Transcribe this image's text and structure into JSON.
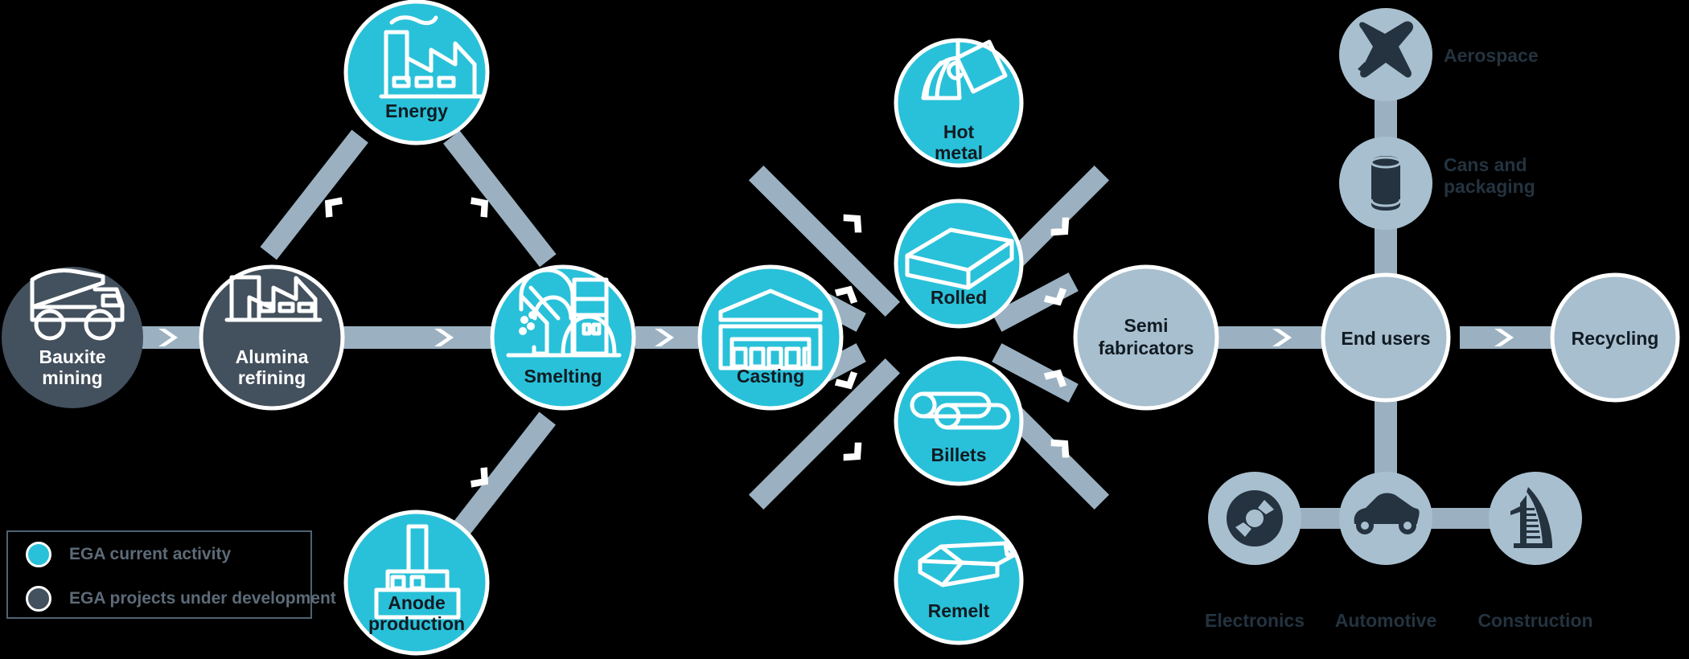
{
  "colors": {
    "background": "#000000",
    "cyan": "#29c1d9",
    "dark_slate": "#43505d",
    "light_blue": "#a8bfcf",
    "connector": "#9bb1c1",
    "node_border": "#ffffff",
    "dark_text": "#111b22",
    "legend_text": "#5d6b78",
    "legend_border": "#4e6373"
  },
  "legend": {
    "items": [
      {
        "label": "EGA current activity",
        "color": "#29c1d9"
      },
      {
        "label": "EGA projects under development",
        "color": "#43505d"
      }
    ]
  },
  "nodes": {
    "bauxite_mining": {
      "label_line1": "Bauxite",
      "label_line2": "mining",
      "icon": "dump-truck-icon",
      "style": "dark"
    },
    "alumina_refining": {
      "label_line1": "Alumina",
      "label_line2": "refining",
      "icon": "factory-icon",
      "style": "dark"
    },
    "energy": {
      "label_line1": "Energy",
      "label_line2": "",
      "icon": "power-plant-icon",
      "style": "cyan"
    },
    "anode_production": {
      "label_line1": "Anode",
      "label_line2": "production",
      "icon": "anode-icon",
      "style": "cyan"
    },
    "smelting": {
      "label_line1": "Smelting",
      "label_line2": "",
      "icon": "smelter-icon",
      "style": "cyan"
    },
    "casting": {
      "label_line1": "Casting",
      "label_line2": "",
      "icon": "cast-house-icon",
      "style": "cyan"
    },
    "hot_metal": {
      "label_line1": "Hot",
      "label_line2": "metal",
      "icon": "ladle-icon",
      "style": "cyan"
    },
    "rolled": {
      "label_line1": "Rolled",
      "label_line2": "",
      "icon": "slab-icon",
      "style": "cyan"
    },
    "billets": {
      "label_line1": "Billets",
      "label_line2": "",
      "icon": "billet-icon",
      "style": "cyan"
    },
    "remelt": {
      "label_line1": "Remelt",
      "label_line2": "",
      "icon": "ingot-icon",
      "style": "cyan"
    },
    "semi_fabricators": {
      "label_line1": "Semi",
      "label_line2": "fabricators",
      "icon": "",
      "style": "light"
    },
    "end_users": {
      "label_line1": "End users",
      "label_line2": "",
      "icon": "",
      "style": "light"
    },
    "recycling": {
      "label_line1": "Recycling",
      "label_line2": "",
      "icon": "",
      "style": "light"
    }
  },
  "end_uses": [
    {
      "label_line1": "Aerospace",
      "label_line2": "",
      "icon": "airplane-icon"
    },
    {
      "label_line1": "Cans and",
      "label_line2": "packaging",
      "icon": "can-icon"
    },
    {
      "label_line1": "Electronics",
      "label_line2": "",
      "icon": "disc-icon"
    },
    {
      "label_line1": "Automotive",
      "label_line2": "",
      "icon": "car-icon"
    },
    {
      "label_line1": "Construction",
      "label_line2": "",
      "icon": "building-icon"
    }
  ]
}
